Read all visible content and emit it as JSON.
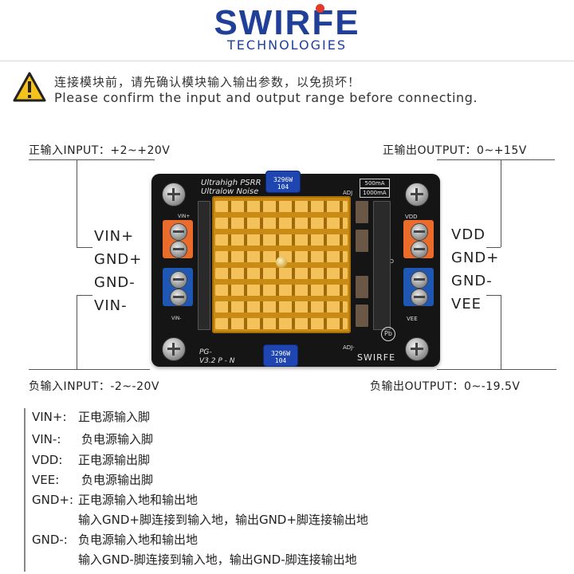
{
  "header": {
    "brand": "SWIRFE",
    "brand_sub": "TECHNOLOGIES",
    "colors": {
      "brand": "#1f3f99",
      "accent_dot": "#e23a2c"
    }
  },
  "warning": {
    "icon": "warning-triangle-icon",
    "text_cn": "连接模块前，请先确认模块输入输出参数，以免损坏！",
    "text_en": "Please confirm the input and output range before connecting."
  },
  "input": {
    "positive_label": "正输入INPUT：+2~+20V",
    "negative_label": "负输入INPUT：-2~-20V",
    "pins": [
      "VIN+",
      "GND+",
      "GND-",
      "VIN-"
    ]
  },
  "output": {
    "positive_label": "正输出OUTPUT：0~+15V",
    "negative_label": "负输出OUTPUT：0~-19.5V",
    "pins": [
      "VDD",
      "GND+",
      "GND-",
      "VEE"
    ]
  },
  "board": {
    "title_line1": "Ultrahigh PSRR",
    "title_line2": "Ultralow Noise",
    "current_500": "500mA",
    "current_1000": "1000mA",
    "adj_top": "ADJ",
    "adj_bottom": "ADJ-",
    "pot_top": "3296W 104",
    "pot_bottom": "3296W 104",
    "version": "V3.2 P - N",
    "pg": "PG-",
    "brand": "SWIRFE",
    "silk_vdd": "VDD",
    "silk_gnd": "GND",
    "silk_vee": "VEE",
    "silk_vinp": "VIN+",
    "silk_vinn": "VIN-"
  },
  "legend": [
    {
      "key": "VIN+:",
      "desc": "正电源输入脚"
    },
    {
      "key": "VIN-:",
      "desc": "负电源输入脚"
    },
    {
      "key": "VDD:",
      "desc": "正电源输出脚"
    },
    {
      "key": "VEE:",
      "desc": "负电源输出脚"
    },
    {
      "key": "GND+:",
      "desc": "正电源输入地和输出地",
      "detail": "输入GND+脚连接到输入地，输出GND+脚连接输出地"
    },
    {
      "key": "GND-:",
      "desc": "负电源输入地和输出地",
      "detail": "输入GND-脚连接到输入地，输出GND-脚连接输出地"
    }
  ]
}
